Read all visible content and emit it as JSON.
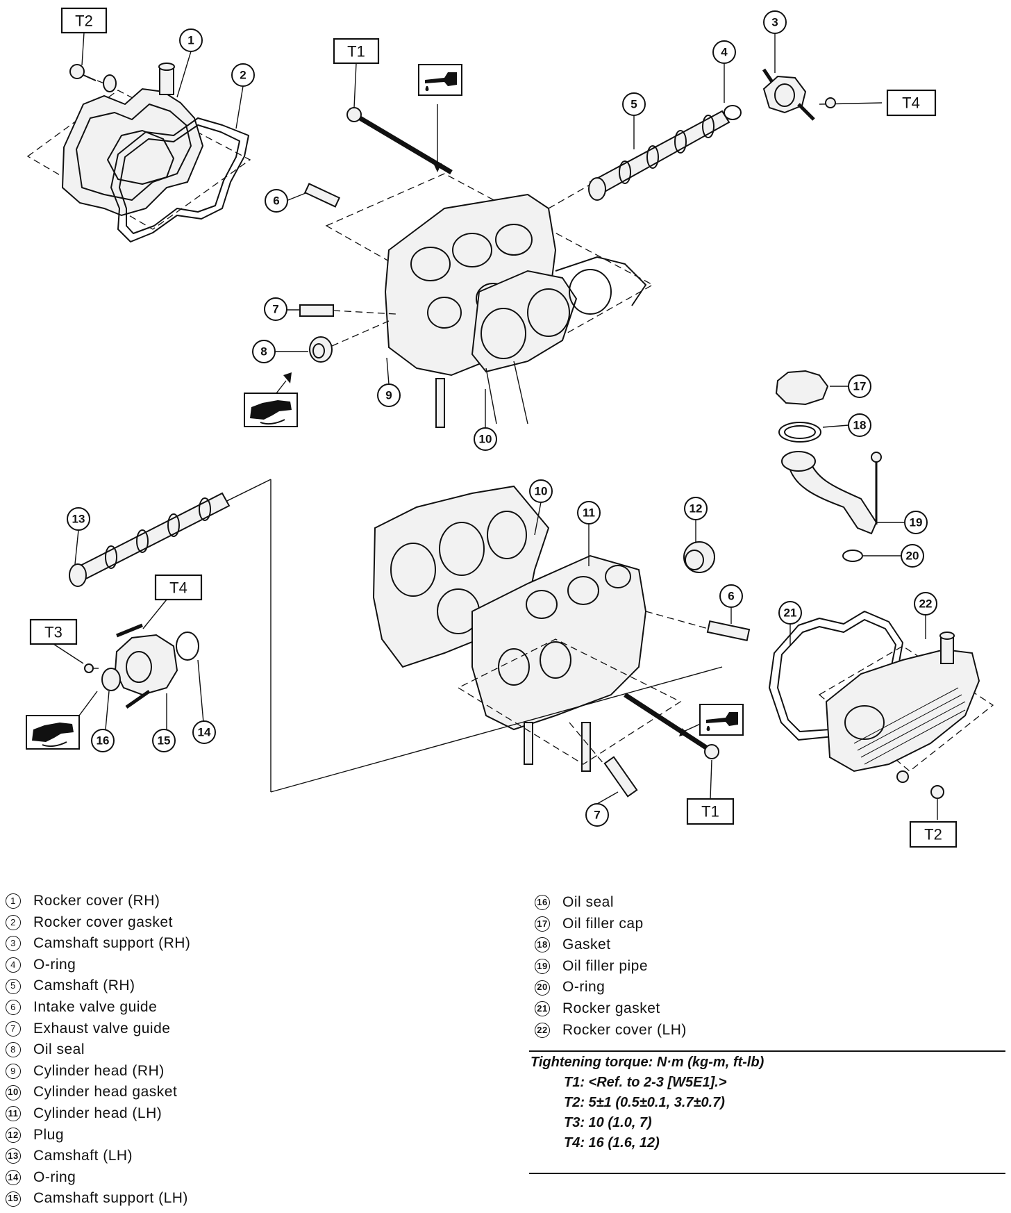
{
  "figure_id": "H2M1640A",
  "torque_tags": {
    "t1": "T1",
    "t2": "T2",
    "t3": "T3",
    "t4": "T4"
  },
  "callout_numbers": [
    "1",
    "2",
    "3",
    "4",
    "5",
    "6",
    "7",
    "8",
    "9",
    "10",
    "11",
    "12",
    "13",
    "14",
    "15",
    "16",
    "17",
    "18",
    "19",
    "20",
    "21",
    "22"
  ],
  "parts_left": [
    {
      "num": "1",
      "name": "Rocker cover (RH)"
    },
    {
      "num": "2",
      "name": "Rocker cover gasket"
    },
    {
      "num": "3",
      "name": "Camshaft support (RH)"
    },
    {
      "num": "4",
      "name": "O-ring"
    },
    {
      "num": "5",
      "name": "Camshaft (RH)"
    },
    {
      "num": "6",
      "name": "Intake valve guide"
    },
    {
      "num": "7",
      "name": "Exhaust valve guide"
    },
    {
      "num": "8",
      "name": "Oil seal"
    },
    {
      "num": "9",
      "name": "Cylinder head (RH)"
    },
    {
      "num": "10",
      "name": "Cylinder head gasket"
    },
    {
      "num": "11",
      "name": "Cylinder head (LH)"
    },
    {
      "num": "12",
      "name": "Plug"
    },
    {
      "num": "13",
      "name": "Camshaft (LH)"
    },
    {
      "num": "14",
      "name": "O-ring"
    },
    {
      "num": "15",
      "name": "Camshaft support (LH)"
    }
  ],
  "parts_right": [
    {
      "num": "16",
      "name": "Oil seal"
    },
    {
      "num": "17",
      "name": "Oil filler cap"
    },
    {
      "num": "18",
      "name": "Gasket"
    },
    {
      "num": "19",
      "name": "Oil filler pipe"
    },
    {
      "num": "20",
      "name": "O-ring"
    },
    {
      "num": "21",
      "name": "Rocker gasket"
    },
    {
      "num": "22",
      "name": "Rocker cover (LH)"
    }
  ],
  "torque": {
    "heading": "Tightening torque: N·m (kg-m, ft-lb)",
    "lines": [
      "T1: <Ref. to 2-3 [W5E1].>",
      "T2: 5±1 (0.5±0.1, 3.7±0.7)",
      "T3: 10 (1.0, 7)",
      "T4: 16 (1.6, 12)"
    ]
  },
  "icons": [
    "oil-can-icon",
    "grease-hand-icon"
  ]
}
